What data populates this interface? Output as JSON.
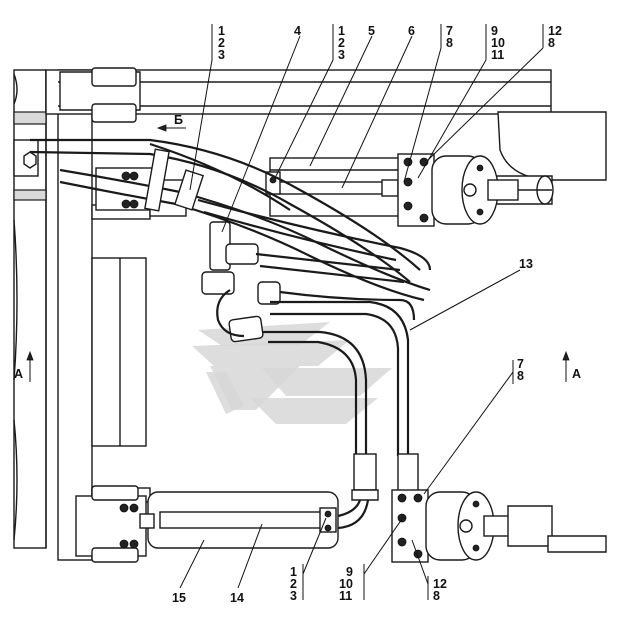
{
  "view_labels": {
    "section_a_left": "A",
    "section_a_right": "A",
    "view_b": "Б"
  },
  "callouts": {
    "top_1": "1",
    "top_2": "2",
    "top_3": "3",
    "top_4": "4",
    "top_1b": "1",
    "top_2b": "2",
    "top_3b": "3",
    "top_5": "5",
    "top_6": "6",
    "top_7": "7",
    "top_8": "8",
    "top_9": "9",
    "top_10": "10",
    "top_11": "11",
    "top_12": "12",
    "top_8b": "8",
    "right_13": "13",
    "right_7": "7",
    "right_8": "8",
    "bot_15": "15",
    "bot_14": "14",
    "bot_1": "1",
    "bot_2": "2",
    "bot_3": "3",
    "bot_9": "9",
    "bot_10": "10",
    "bot_11": "11",
    "bot_12": "12",
    "bot_8": "8"
  },
  "colors": {
    "line": "#1a1a1a",
    "watermark": "#d7d7d7"
  }
}
